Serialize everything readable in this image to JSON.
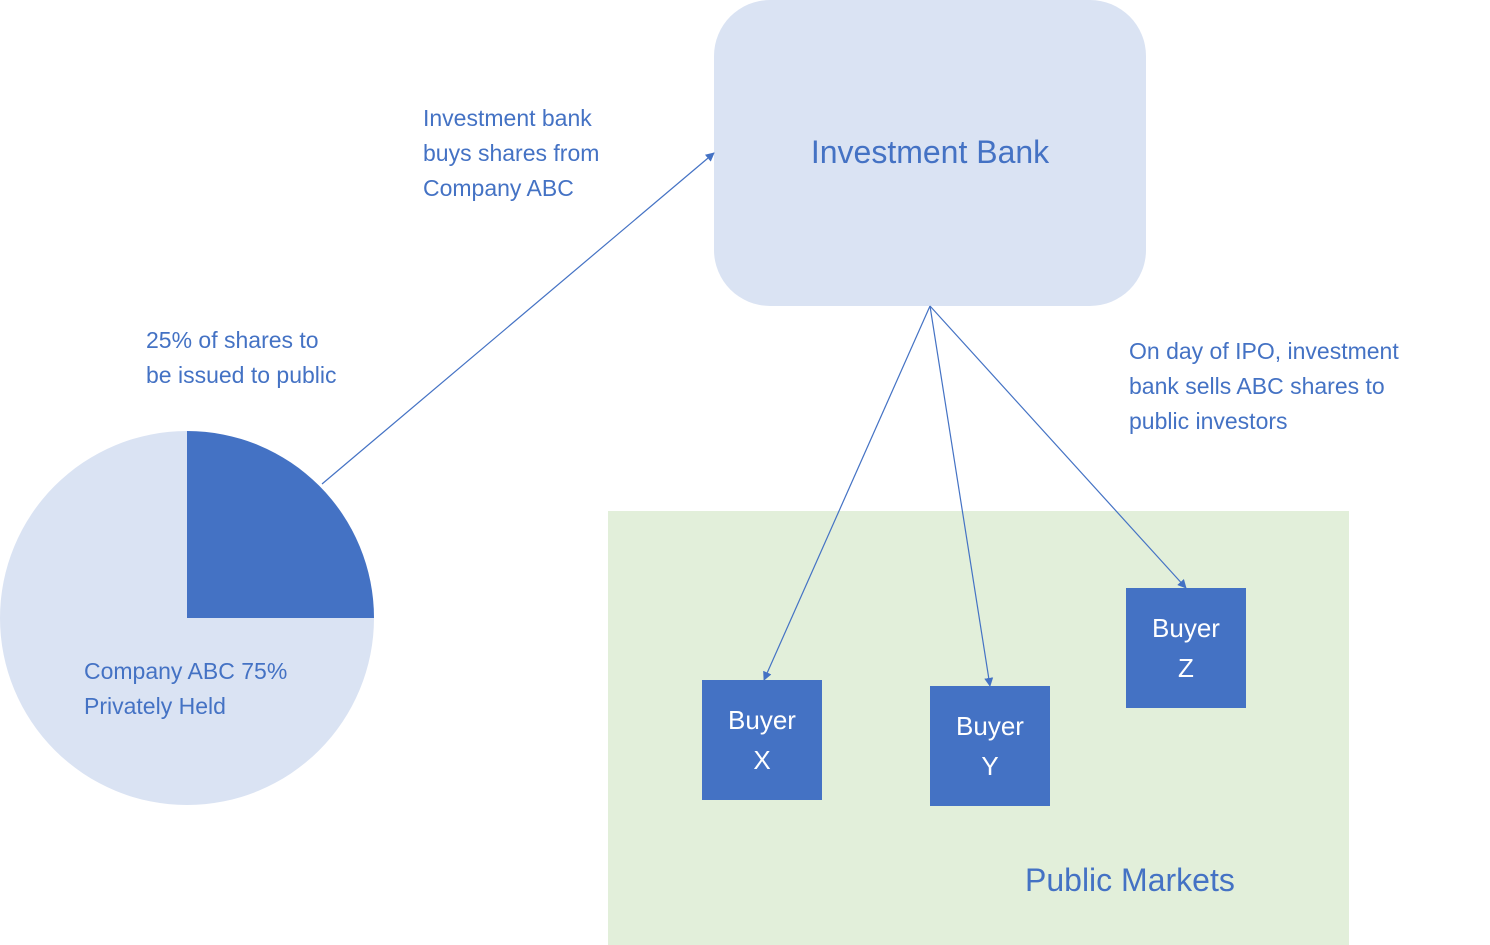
{
  "colors": {
    "primary": "#4472c4",
    "bank_fill": "#dae3f3",
    "market_fill": "#e2efda",
    "pie_private": "#dae3f3",
    "pie_public": "#4472c4",
    "buyer_text": "#ffffff"
  },
  "pie": {
    "slices": [
      {
        "name": "public",
        "label": "25% of shares to\nbe issued to public",
        "percent": 25
      },
      {
        "name": "private",
        "label": "Company ABC 75%\nPrivately Held",
        "percent": 75
      }
    ]
  },
  "investment_bank": {
    "label": "Investment Bank"
  },
  "annotations": {
    "buy_shares": "Investment bank\nbuys shares from\nCompany ABC",
    "ipo_day": "On day of IPO, investment\nbank sells ABC shares to\npublic investors"
  },
  "public_markets": {
    "label": "Public Markets",
    "buyers": [
      {
        "line1": "Buyer",
        "line2": "X"
      },
      {
        "line1": "Buyer",
        "line2": "Y"
      },
      {
        "line1": "Buyer",
        "line2": "Z"
      }
    ]
  }
}
